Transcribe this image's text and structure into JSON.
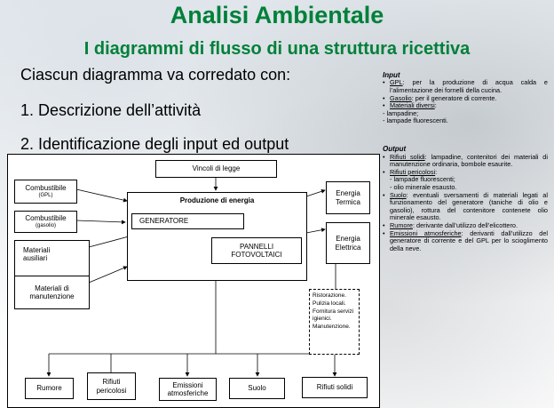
{
  "title": "Analisi Ambientale",
  "subtitle": "I diagrammi di flusso di una struttura ricettiva",
  "intro": {
    "lead": "Ciascun diagramma va corredato con:",
    "items": [
      "1.  Descrizione dell’attività",
      "2.  Identificazione degli input ed output"
    ]
  },
  "diagram": {
    "vincoli": "Vincoli di legge",
    "produzione": "Produzione di energia",
    "generatore": "GENERATORE",
    "pannelli_1": "PANNELLI",
    "pannelli_2": "FOTOVOLTAICI",
    "comb_gpl": "Combustibile",
    "comb_gpl_sub": "(GPL)",
    "comb_gas": "Combustibile",
    "comb_gas_sub": "(gasolio)",
    "mat_aus_1": "Materiali",
    "mat_aus_2": "ausiliari",
    "mat_man_1": "Materiali di",
    "mat_man_2": "manutenzione",
    "en_term_1": "Energia",
    "en_term_2": "Termica",
    "en_elet_1": "Energia",
    "en_elet_2": "Elettrica",
    "notes": [
      "Ristorazione.",
      "Pulizia locali.",
      "Fornitura servizi igienici.",
      "Manutenzione."
    ],
    "outputs": {
      "rumore": "Rumore",
      "rifiuti_per_1": "Rifiuti",
      "rifiuti_per_2": "pericolosi",
      "emissioni_1": "Emissioni",
      "emissioni_2": "atmosferiche",
      "suolo": "Suolo",
      "rifiuti_solidi": "Rifiuti solidi"
    }
  },
  "side": {
    "input_head": "Input",
    "gpl_label": "GPL",
    "gpl_text": ": per la produzione di acqua calda e l’alimentazione dei fornelli della cucina.",
    "gasolio_label": "Gasolio",
    "gasolio_text": ": per il generatore di corrente.",
    "materiali_label": "Materiali diversi",
    "materiali_text": ":",
    "materiali_sub": [
      "- lampadine;",
      "- lampade fluorescenti."
    ],
    "output_head": "Output",
    "rs_label": "Rifiuti solidi",
    "rs_text": ": lampadine, contenitori dei materiali di manutenzione ordinaria, bombole esaurite.",
    "rp_label": "Rifiuti pericolosi",
    "rp_text": ":",
    "rp_sub": [
      "- lampade fluorescenti;",
      "- olio minerale esausto."
    ],
    "suolo_label": "Suolo",
    "suolo_text": ": eventuali sversamenti di materiali legati al funzionamento del generatore (taniche di olio e gasolio), rottura del contenitore contenete olio minerale esausto.",
    "rumore_label": "Rumore",
    "rumore_text": ": derivante dall’utilizzo dell’elicottero.",
    "emissioni_label": "Emissioni atmosferiche",
    "emissioni_text": ": derivanti dall’utilizzo del generatore di corrente e del GPL per lo scioglimento della neve."
  },
  "colors": {
    "title": "#00803a"
  }
}
